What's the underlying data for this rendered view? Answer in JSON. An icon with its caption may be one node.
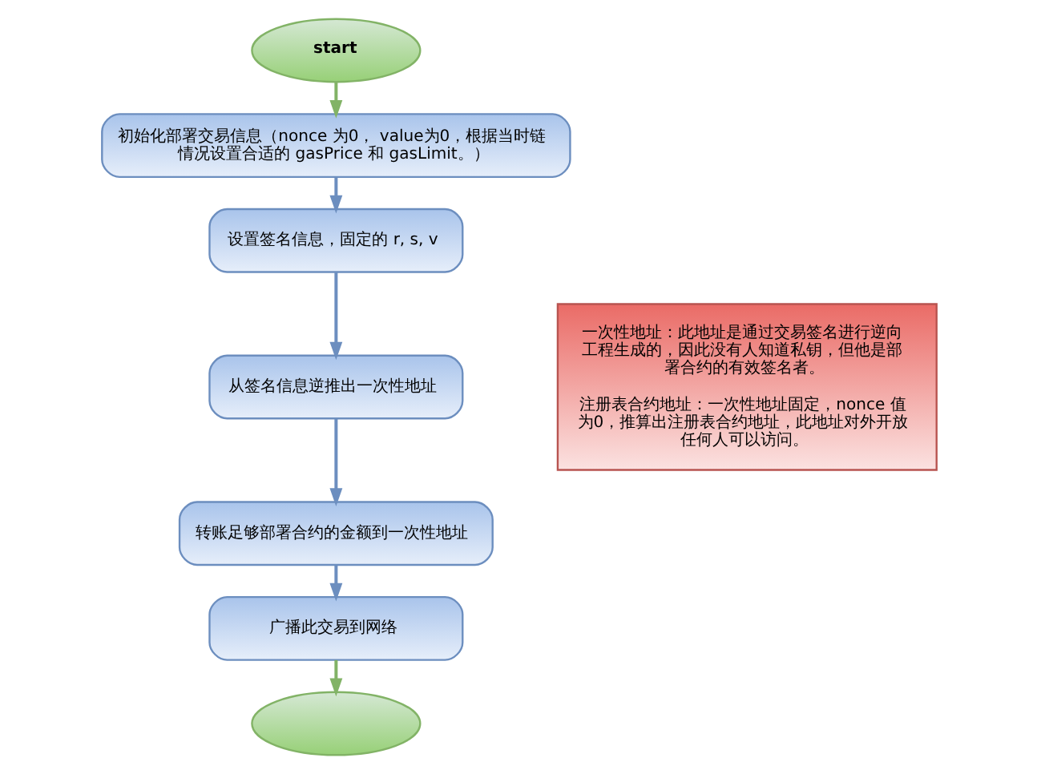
{
  "diagram": {
    "nodes": [
      {
        "text": [
          "start"
        ]
      },
      {
        "text": [
          "初始化部署交易信息（nonce 为0， value为0，根据当时链情况设置合适的 gasPrice 和 gasLimit。）"
        ]
      },
      {
        "text": [
          "设置签名信息，固定的 r, s, v"
        ]
      },
      {
        "text": [
          "从签名信息逆推出一次性地址"
        ]
      },
      {
        "text": [
          "转账足够部署合约的金额到一次性地址"
        ]
      },
      {
        "text": [
          "广播此交易到网络"
        ]
      },
      {
        "text": [],
        "shape": "ellipse"
      },
      {
        "text": [
          "一次性地址：此地址是通过交易签名进行逆向工程生成的，因此没有人知道私钥，但他是部署合约的有效签名者。",
          "注册表合约地址：一次性地址固定，nonce 值为0，推算出注册表合约地址，此地址对外开放任何人可以访问。"
        ]
      }
    ],
    "edges": [
      {
        "from": 0,
        "to": 1,
        "arrow": "to",
        "color": "#82b366"
      },
      {
        "from": 1,
        "to": 2,
        "arrow": "to"
      },
      {
        "from": 2,
        "to": 3,
        "arrow": "to"
      },
      {
        "from": 3,
        "to": 4,
        "arrow": "to"
      },
      {
        "from": 4,
        "to": 5,
        "arrow": "to"
      },
      {
        "from": 5,
        "to": 6,
        "arrow": "to",
        "color": "#82b366"
      }
    ]
  }
}
